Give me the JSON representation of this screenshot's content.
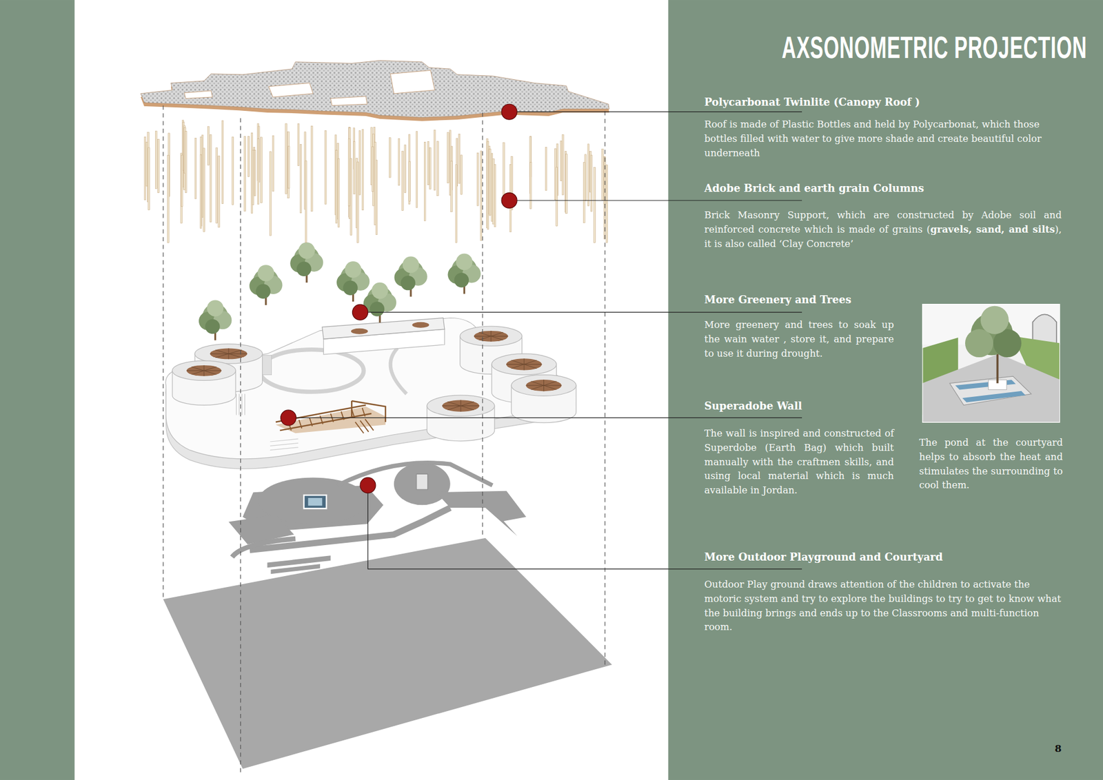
{
  "diagram": {
    "title": "AXSONOMETRIC PROJECTION",
    "labels": [
      "Polycarbonat Twinlite (Canopy Roof )",
      "Roof is made of Plastic Bottles and held by Polycarbonat, which those bottles filled with water to give more shade and create beautiful color underneath",
      "Adobe Brick and earth grain Columns",
      "Brick Masonry Support, which are constructed by Adobe soil and reinforced concrete which is made of grains (",
      "gravels, sand, and silts",
      "), it is also called ‘Clay Concrete’",
      "More Greenery and Trees",
      "More greenery and trees to soak up the wain water , store it, and prepare to use it during drought.",
      "Superadobe Wall",
      "The wall is inspired and constructed of Superdobe (Earth Bag) which built manually with the craftmen skills, and using local material which is much available in Jordan.",
      "The pond at the courtyard helps to absorb the heat and stimulates the surrounding to cool them.",
      "More Outdoor Playground and Courtyard",
      "Outdoor Play ground draws attention of the children to activate the motoric system and try to explore the buildings to try to get to know what the building brings and ends up to the Classrooms and multi-function room.",
      "8"
    ]
  }
}
